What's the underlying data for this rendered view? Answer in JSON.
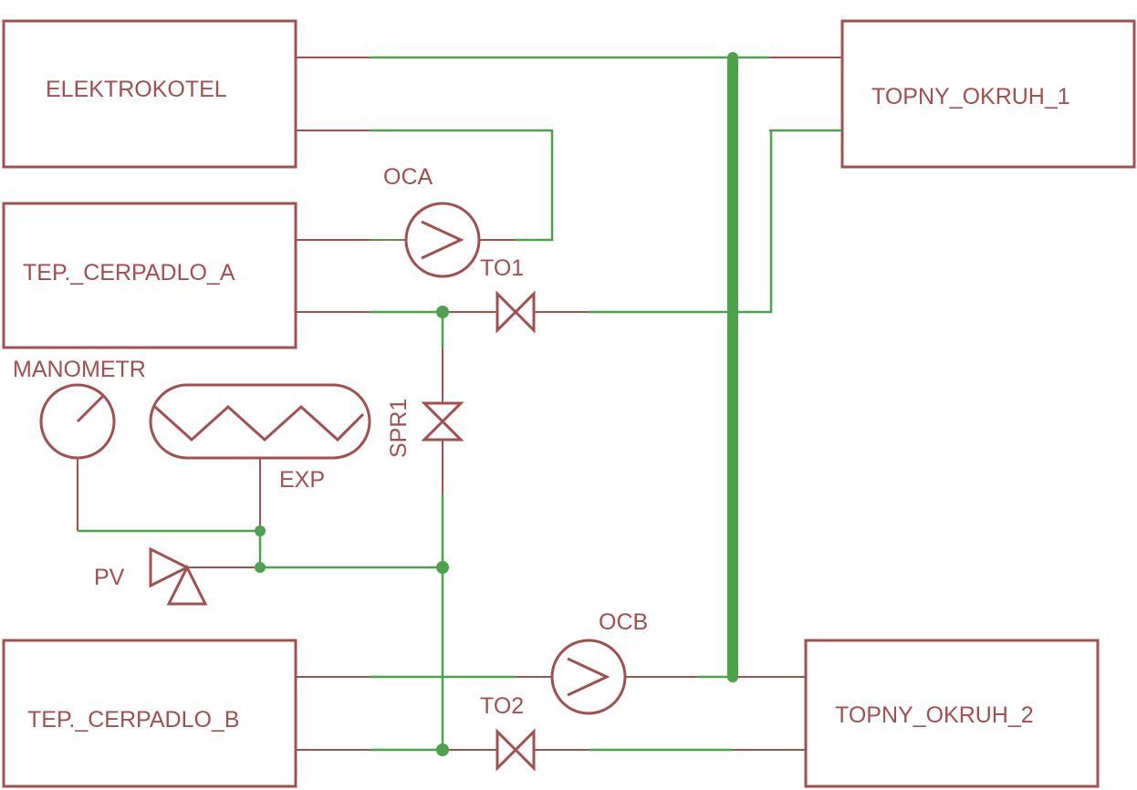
{
  "diagram": {
    "components": {
      "elektrokotel": "ELEKTROKOTEL",
      "topny_okruh_1": "TOPNY_OKRUH_1",
      "tep_cerpadlo_a": "TEP._CERPADLO_A",
      "tep_cerpadlo_b": "TEP._CERPADLO_B",
      "topny_okruh_2": "TOPNY_OKRUH_2",
      "manometr": "MANOMETR",
      "exp": "EXP",
      "pv": "PV",
      "oca": "OCA",
      "ocb": "OCB",
      "to1": "TO1",
      "to2": "TO2",
      "spr1": "SPR1"
    },
    "colors": {
      "component": "#a0514f",
      "wire": "#4ba34b",
      "background": "#ffffff"
    }
  }
}
